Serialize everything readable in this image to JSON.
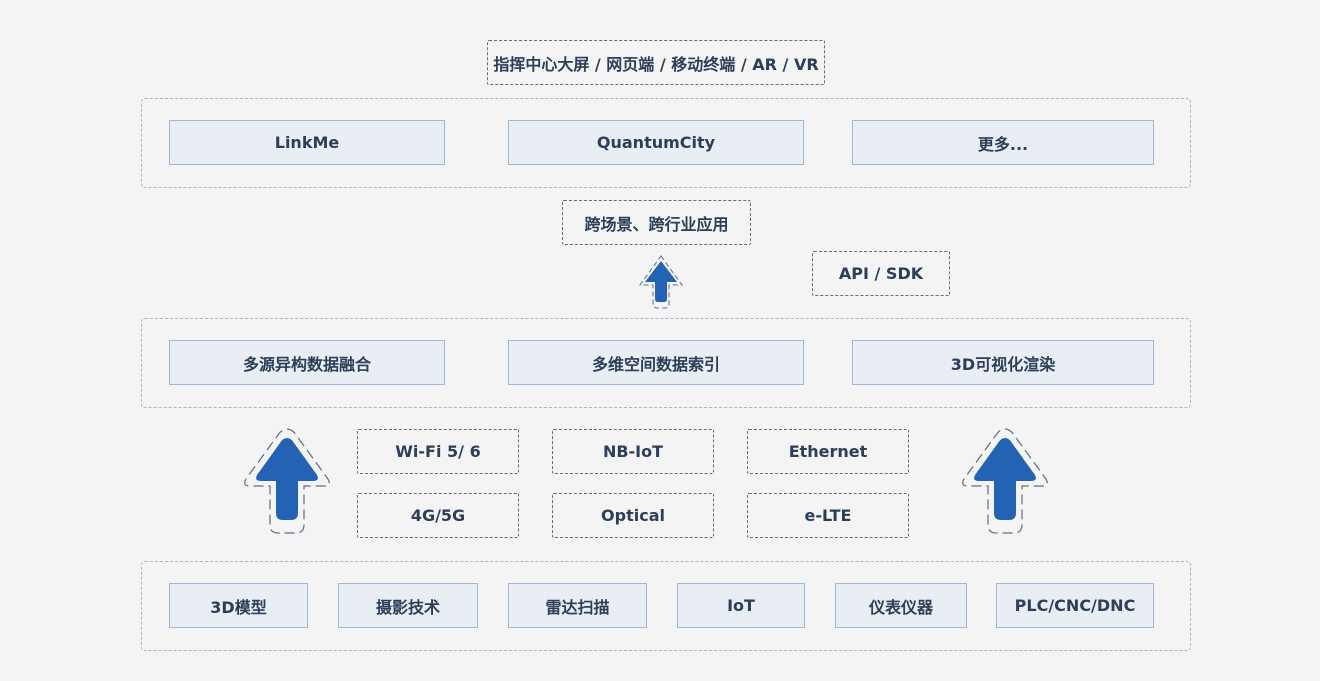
{
  "top_label": "指挥中心大屏 / 网页端 / 移动终端 / AR / VR",
  "applications": [
    "LinkMe",
    "QuantumCity",
    "更多..."
  ],
  "cross_label": "跨场景、跨行业应用",
  "api_label": "API / SDK",
  "core": [
    "多源异构数据融合",
    "多维空间数据索引",
    "3D可视化渲染"
  ],
  "network_row1": [
    "Wi-Fi 5/ 6",
    "NB-IoT",
    "Ethernet"
  ],
  "network_row2": [
    "4G/5G",
    "Optical",
    "e-LTE"
  ],
  "sources": [
    "3D模型",
    "摄影技术",
    "雷达扫描",
    "IoT",
    "仪表仪器",
    "PLC/CNC/DNC"
  ],
  "colors": {
    "arrow_fill": "#2463b3",
    "box_fill": "#e9eef5",
    "box_border": "#9fb8d8",
    "text": "#2c3e58",
    "background": "#f4f4f5"
  },
  "icons": [
    "up-arrow-icon"
  ]
}
